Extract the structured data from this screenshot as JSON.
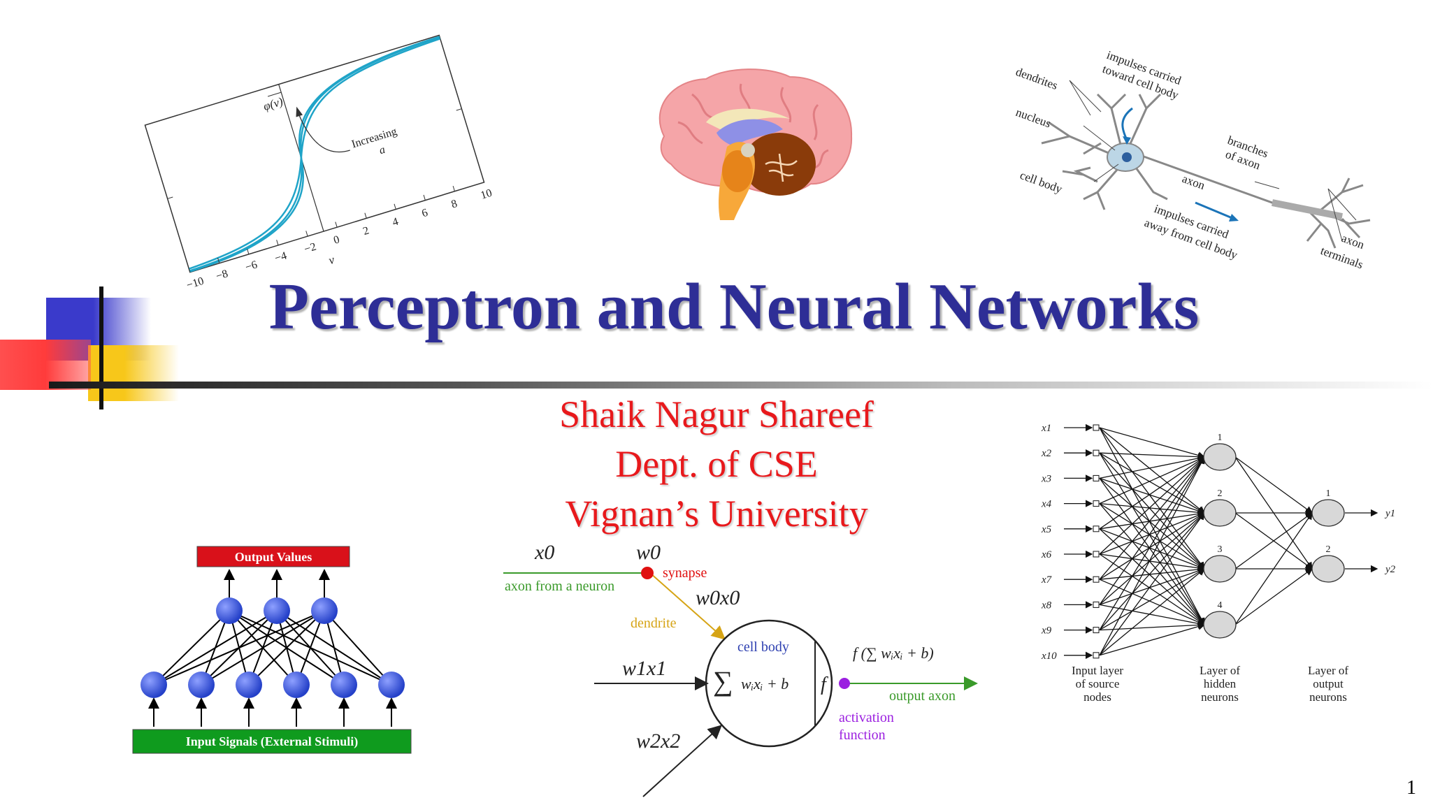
{
  "slide": {
    "title": "Perceptron and Neural Networks",
    "author": "Shaik Nagur Shareef",
    "department": "Dept. of CSE",
    "university": "Vignan’s University",
    "page_number": "1"
  },
  "sigmoid_plot": {
    "y_label": "φ(v)",
    "x_label": "v",
    "annotation_line1": "Increasing",
    "annotation_line2": "a",
    "ticks": [
      "−10",
      "−8",
      "−6",
      "−4",
      "−2",
      "0",
      "2",
      "4",
      "6",
      "8",
      "10"
    ]
  },
  "neuron_anatomy": {
    "dendrites": "dendrites",
    "impulses_toward_1": "impulses carried",
    "impulses_toward_2": "toward cell body",
    "nucleus": "nucleus",
    "branches_1": "branches",
    "branches_2": "of axon",
    "cell_body": "cell body",
    "axon": "axon",
    "impulses_away_1": "impulses carried",
    "impulses_away_2": "away from cell body",
    "axon_terminals_1": "axon",
    "axon_terminals_2": "terminals"
  },
  "simple_network": {
    "output_label": "Output Values",
    "input_label": "Input Signals (External Stimuli)",
    "colors": {
      "output_box": "#d9111a",
      "input_box": "#0f9b1e",
      "node": "#3d55d6"
    }
  },
  "neuron_model": {
    "x0": "x0",
    "w0": "w0",
    "synapse": "synapse",
    "axon_from_neuron": "axon from a neuron",
    "w0x0": "w0x0",
    "dendrite": "dendrite",
    "cell_body": "cell body",
    "w1x1": "w1x1",
    "sum_expr": "wᵢxᵢ + b",
    "f": "f",
    "output_expr": "f (∑ wᵢxᵢ + b)",
    "output_axon": "output axon",
    "activation_1": "activation",
    "activation_2": "function",
    "w2x2": "w2x2"
  },
  "layered_network": {
    "inputs": [
      "x1",
      "x2",
      "x3",
      "x4",
      "x5",
      "x6",
      "x7",
      "x8",
      "x9",
      "x10"
    ],
    "hidden_labels": [
      "1",
      "2",
      "3",
      "4"
    ],
    "output_labels": [
      "1",
      "2"
    ],
    "outputs": [
      "y1",
      "y2"
    ],
    "input_caption": [
      "Input layer",
      "of source",
      "nodes"
    ],
    "hidden_caption": [
      "Layer of",
      "hidden",
      "neurons"
    ],
    "output_caption": [
      "Layer of",
      "output",
      "neurons"
    ]
  }
}
